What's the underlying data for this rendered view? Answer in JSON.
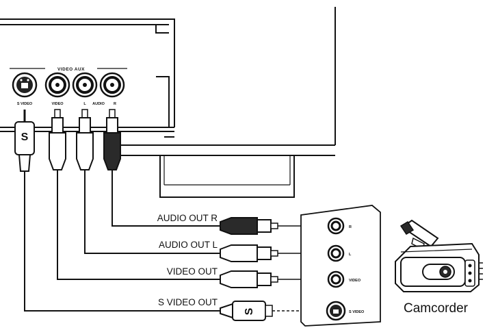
{
  "tv_panel": {
    "group_label": "VIDEO AUX",
    "jacks": [
      {
        "label": "S VIDEO",
        "type": "svideo"
      },
      {
        "label": "VIDEO",
        "type": "rca"
      },
      {
        "label": "L",
        "type": "rca"
      },
      {
        "label": "AUDIO",
        "type": "text"
      },
      {
        "label": "R",
        "type": "rca"
      }
    ],
    "plug_symbol": "S"
  },
  "cables": [
    {
      "label": "AUDIO OUT R",
      "plug": "dark"
    },
    {
      "label": "AUDIO OUT L",
      "plug": "white"
    },
    {
      "label": "VIDEO OUT",
      "plug": "white"
    },
    {
      "label": "S VIDEO OUT",
      "plug": "svideo",
      "symbol": "S"
    }
  ],
  "camcorder_panel": {
    "jacks": [
      {
        "label": "R"
      },
      {
        "label": "L"
      },
      {
        "label": "VIDEO"
      },
      {
        "label": "S VIDEO"
      }
    ]
  },
  "device_label": "Camcorder"
}
